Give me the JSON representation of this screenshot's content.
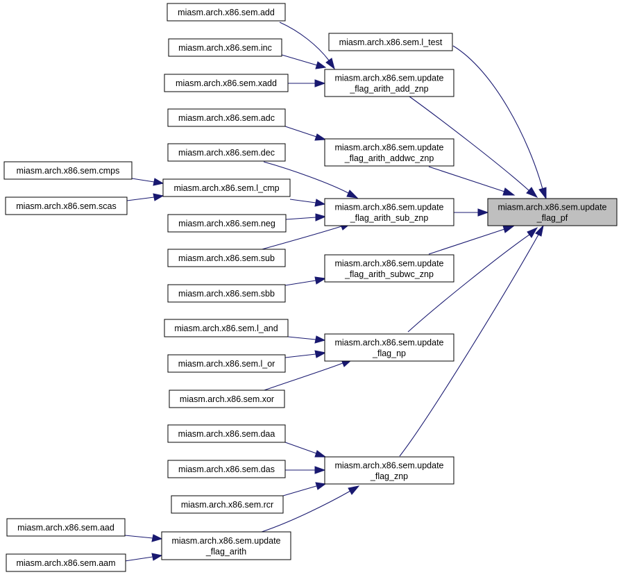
{
  "graph": {
    "accent_color": "#191970",
    "nodes": {
      "update_flag_pf": [
        "miasm.arch.x86.sem.update",
        "_flag_pf"
      ],
      "l_test": [
        "miasm.arch.x86.sem.l_test"
      ],
      "update_flag_arith_add_znp": [
        "miasm.arch.x86.sem.update",
        "_flag_arith_add_znp"
      ],
      "update_flag_arith_addwc_znp": [
        "miasm.arch.x86.sem.update",
        "_flag_arith_addwc_znp"
      ],
      "update_flag_arith_sub_znp": [
        "miasm.arch.x86.sem.update",
        "_flag_arith_sub_znp"
      ],
      "update_flag_arith_subwc_znp": [
        "miasm.arch.x86.sem.update",
        "_flag_arith_subwc_znp"
      ],
      "update_flag_np": [
        "miasm.arch.x86.sem.update",
        "_flag_np"
      ],
      "update_flag_znp": [
        "miasm.arch.x86.sem.update",
        "_flag_znp"
      ],
      "update_flag_arith": [
        "miasm.arch.x86.sem.update",
        "_flag_arith"
      ],
      "add": [
        "miasm.arch.x86.sem.add"
      ],
      "inc": [
        "miasm.arch.x86.sem.inc"
      ],
      "xadd": [
        "miasm.arch.x86.sem.xadd"
      ],
      "adc": [
        "miasm.arch.x86.sem.adc"
      ],
      "dec": [
        "miasm.arch.x86.sem.dec"
      ],
      "l_cmp": [
        "miasm.arch.x86.sem.l_cmp"
      ],
      "neg": [
        "miasm.arch.x86.sem.neg"
      ],
      "sub": [
        "miasm.arch.x86.sem.sub"
      ],
      "sbb": [
        "miasm.arch.x86.sem.sbb"
      ],
      "cmps": [
        "miasm.arch.x86.sem.cmps"
      ],
      "scas": [
        "miasm.arch.x86.sem.scas"
      ],
      "l_and": [
        "miasm.arch.x86.sem.l_and"
      ],
      "l_or": [
        "miasm.arch.x86.sem.l_or"
      ],
      "xor": [
        "miasm.arch.x86.sem.xor"
      ],
      "daa": [
        "miasm.arch.x86.sem.daa"
      ],
      "das": [
        "miasm.arch.x86.sem.das"
      ],
      "rcr": [
        "miasm.arch.x86.sem.rcr"
      ],
      "aad": [
        "miasm.arch.x86.sem.aad"
      ],
      "aam": [
        "miasm.arch.x86.sem.aam"
      ]
    },
    "edges": [
      [
        "l_test",
        "update_flag_pf"
      ],
      [
        "update_flag_arith_add_znp",
        "update_flag_pf"
      ],
      [
        "update_flag_arith_addwc_znp",
        "update_flag_pf"
      ],
      [
        "update_flag_arith_sub_znp",
        "update_flag_pf"
      ],
      [
        "update_flag_arith_subwc_znp",
        "update_flag_pf"
      ],
      [
        "update_flag_np",
        "update_flag_pf"
      ],
      [
        "update_flag_znp",
        "update_flag_pf"
      ],
      [
        "add",
        "update_flag_arith_add_znp"
      ],
      [
        "inc",
        "update_flag_arith_add_znp"
      ],
      [
        "xadd",
        "update_flag_arith_add_znp"
      ],
      [
        "adc",
        "update_flag_arith_addwc_znp"
      ],
      [
        "dec",
        "update_flag_arith_sub_znp"
      ],
      [
        "l_cmp",
        "update_flag_arith_sub_znp"
      ],
      [
        "neg",
        "update_flag_arith_sub_znp"
      ],
      [
        "sub",
        "update_flag_arith_sub_znp"
      ],
      [
        "cmps",
        "l_cmp"
      ],
      [
        "scas",
        "l_cmp"
      ],
      [
        "sbb",
        "update_flag_arith_subwc_znp"
      ],
      [
        "l_and",
        "update_flag_np"
      ],
      [
        "l_or",
        "update_flag_np"
      ],
      [
        "xor",
        "update_flag_np"
      ],
      [
        "daa",
        "update_flag_znp"
      ],
      [
        "das",
        "update_flag_znp"
      ],
      [
        "rcr",
        "update_flag_znp"
      ],
      [
        "update_flag_arith",
        "update_flag_znp"
      ],
      [
        "aad",
        "update_flag_arith"
      ],
      [
        "aam",
        "update_flag_arith"
      ]
    ]
  }
}
